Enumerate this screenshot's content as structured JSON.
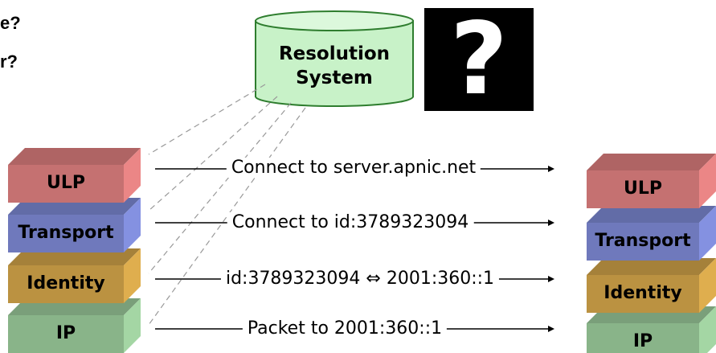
{
  "fragments": [
    "e?",
    "r?"
  ],
  "resolution": {
    "line1": "Resolution",
    "line2": "System"
  },
  "question_mark": "?",
  "left_stack": [
    "ULP",
    "Transport",
    "Identity",
    "IP"
  ],
  "right_stack": [
    "ULP",
    "Transport",
    "Identity",
    "IP"
  ],
  "messages": [
    "Connect to server.apnic.net",
    "Connect to id:3789323094",
    "id:3789323094 ⇔ 2001:360::1",
    "Packet to  2001:360::1"
  ],
  "colors": {
    "ulp": "#e08080",
    "transport": "#7e8ad6",
    "identity": "#d4a64a",
    "ip": "#9ccc9c",
    "database": "#c8f2c8",
    "database_border": "#2e7d2e"
  }
}
